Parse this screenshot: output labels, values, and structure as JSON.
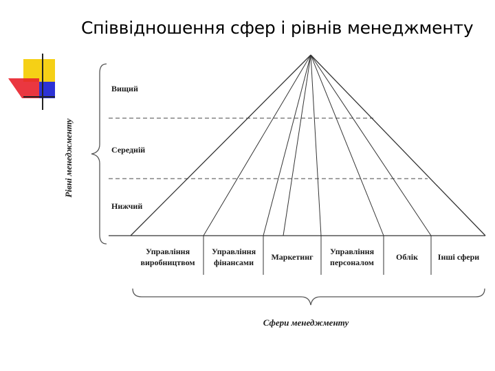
{
  "title": "Співвідношення сфер і рівнів менеджменту",
  "levels_axis_label": "Рівні менеджменту",
  "spheres_axis_label": "Сфери менеджменту",
  "levels": [
    "Вищий",
    "Середній",
    "Нижчий"
  ],
  "spheres": [
    [
      "Управління",
      "виробництвом"
    ],
    [
      "Управління",
      "фінансами"
    ],
    [
      "Маркетинг"
    ],
    [
      "Управління",
      "персоналом"
    ],
    [
      "Облік"
    ],
    [
      "Інші сфери"
    ]
  ],
  "colors": {
    "logo_yellow": "#f5d016",
    "logo_red": "#e8212b",
    "logo_blue": "#2c32d6",
    "line": "#333333"
  },
  "decor": {
    "logo": "slide-corner-squares-logo"
  }
}
